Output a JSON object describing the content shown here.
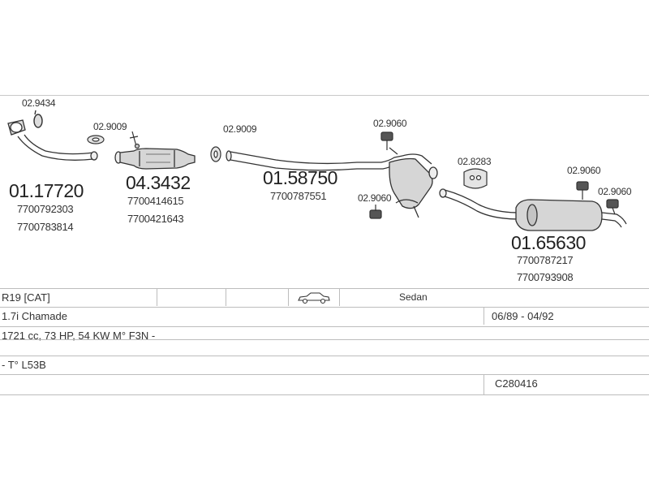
{
  "parts": {
    "clamp_front": "02.9434",
    "gasket_1": "02.9009",
    "gasket_2": "02.9009",
    "mount_1": "02.9060",
    "mount_2": "02.9060",
    "mount_3": "02.9060",
    "mount_4": "02.9060",
    "clamp_rear": "02.8283"
  },
  "main_parts": {
    "front_pipe": {
      "number": "01.17720",
      "oe": [
        "7700792303",
        "7700783814"
      ]
    },
    "catalyst": {
      "number": "04.3432",
      "oe": [
        "7700414615",
        "7700421643"
      ]
    },
    "middle": {
      "number": "01.58750",
      "oe": [
        "7700787551"
      ]
    },
    "rear": {
      "number": "01.65630",
      "oe": [
        "7700787217",
        "7700793908"
      ]
    }
  },
  "vehicle_table": {
    "model": "R19 [CAT]",
    "body": "Sedan",
    "engine": "1.7i Chamade",
    "years": "06/89 - 04/92",
    "spec": "1721 cc, 73 HP, 54 KW M° F3N -",
    "type": "- T° L53B",
    "code": "C280416",
    "icons": {
      "body_icon": "sedan-car-icon"
    }
  }
}
